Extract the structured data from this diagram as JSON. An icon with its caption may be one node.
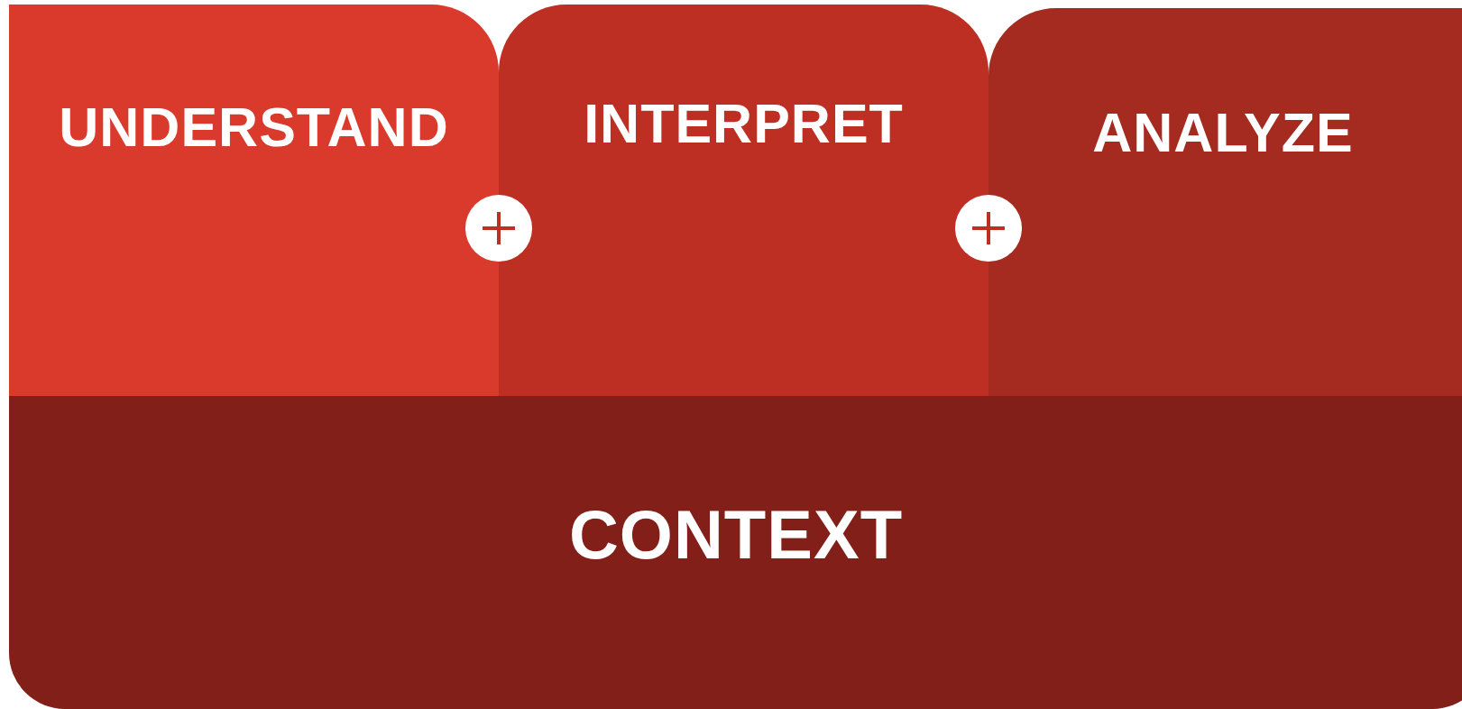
{
  "diagram": {
    "nodes": [
      {
        "text": [
          "UNDERSTAND"
        ]
      },
      {
        "text": [
          "INTERPRET"
        ]
      },
      {
        "text": [
          "ANALYZE"
        ]
      },
      {
        "text": [
          "CONTEXT"
        ]
      }
    ]
  }
}
